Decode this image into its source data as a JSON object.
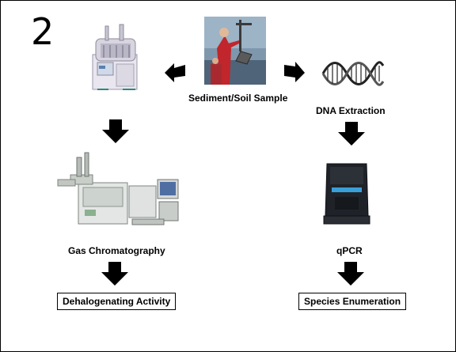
{
  "slide_number": "2",
  "nodes": {
    "sample": "Sediment/Soil Sample",
    "dna": "DNA Extraction",
    "gc": "Gas Chromatography",
    "qpcr": "qPCR",
    "activity": "Dehalogenating Activity",
    "species": "Species Enumeration"
  },
  "images": {
    "sampler": "sediment-sampling-photo",
    "extractor": "lab-extraction-instrument",
    "dna": "dna-helix",
    "gc": "gas-chromatograph-instrument",
    "qpcr": "qpcr-thermocycler"
  }
}
